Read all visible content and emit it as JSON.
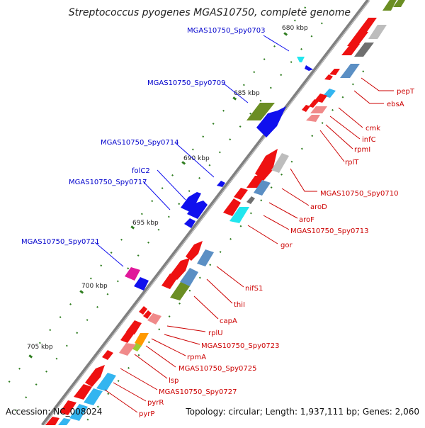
{
  "title": "Streptococcus pyogenes MGAS10750, complete genome",
  "footer": {
    "accession": "Accession: NC_008024",
    "topology": "Topology: circular; Length: 1,937,111 bp; Genes: 2,060"
  },
  "colors": {
    "backbone": "#808080",
    "tick": "#2e7d1f",
    "label_blue": "#0000cc",
    "label_red": "#cc0000",
    "gene_red": "#ee1111",
    "gene_blue": "#1010ee",
    "gene_olive": "#6b8e23",
    "gene_cyan": "#22e6ee",
    "gene_gray": "#bdbdbd",
    "gene_darkgray": "#6f6f6f",
    "gene_steel": "#5b8fc4",
    "gene_pink": "#f08a8a",
    "gene_magenta": "#e0189a",
    "gene_orange": "#ff9900",
    "gene_sky": "#33b5f0"
  },
  "kbp_labels": [
    "680 kbp",
    "685 kbp",
    "690 kbp",
    "695 kbp",
    "700 kbp",
    "705 kbp"
  ],
  "gene_labels_blue": [
    "MGAS10750_Spy0703",
    "MGAS10750_Spy0709",
    "MGAS10750_Spy0714",
    "folC2",
    "MGAS10750_Spy0717",
    "MGAS10750_Spy0721"
  ],
  "gene_labels_red": [
    "pepT",
    "ebsA",
    "cmk",
    "infC",
    "rpmI",
    "rplT",
    "MGAS10750_Spy0710",
    "aroD",
    "aroF",
    "MGAS10750_Spy0713",
    "gor",
    "nifS1",
    "thiI",
    "capA",
    "rplU",
    "MGAS10750_Spy0723",
    "rpmA",
    "MGAS10750_Spy0725",
    "lsp",
    "MGAS10750_Spy0727",
    "pyrR",
    "pyrP"
  ]
}
